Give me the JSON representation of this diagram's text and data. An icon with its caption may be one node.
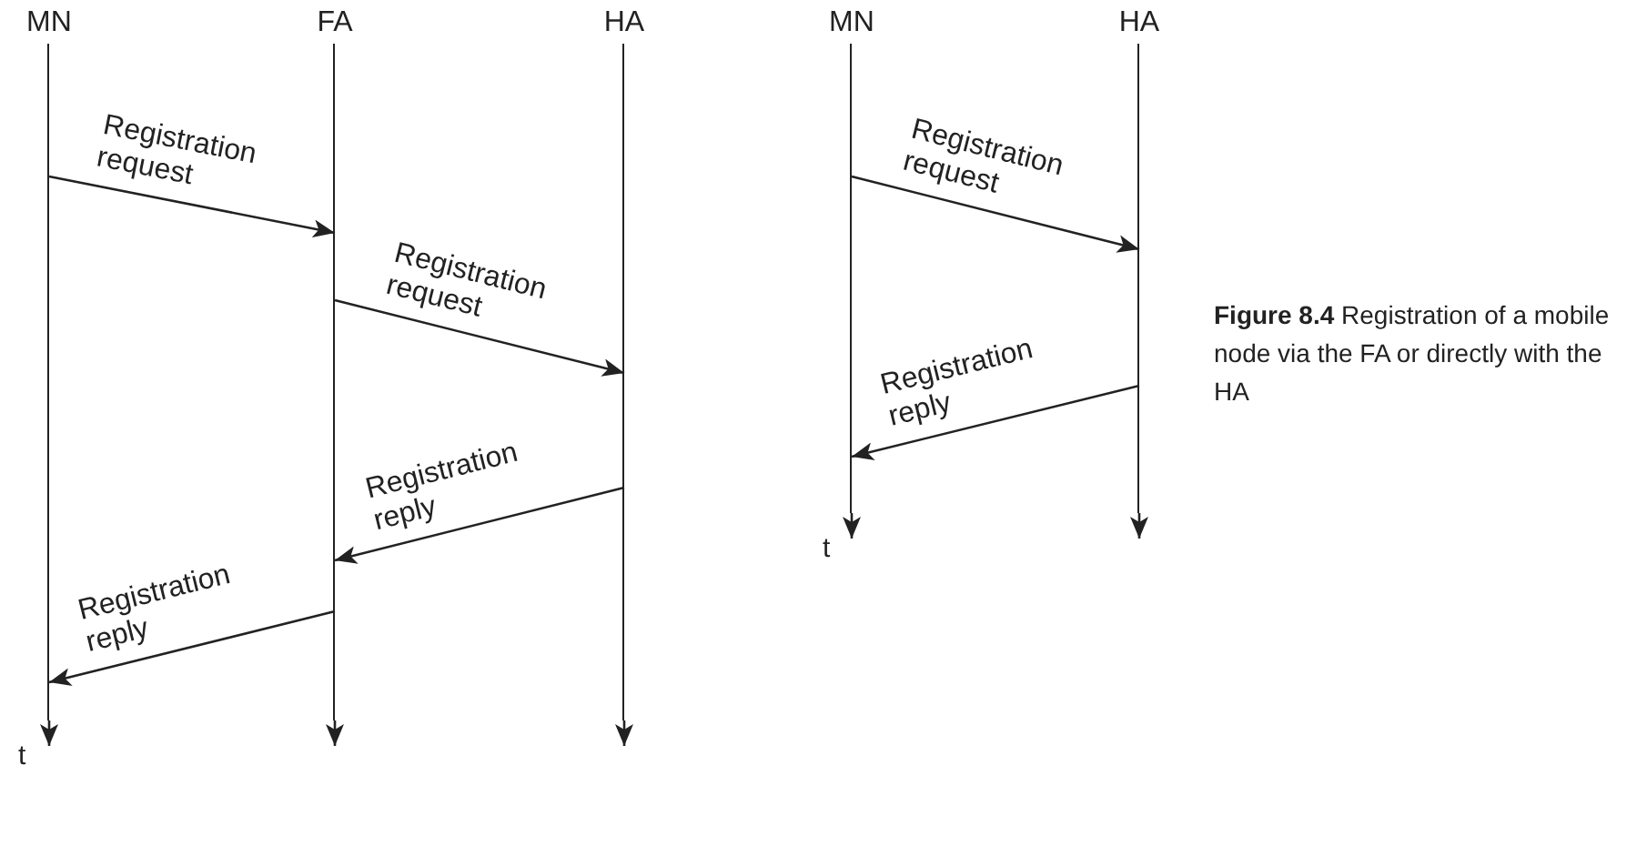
{
  "diagram": {
    "caption": "**Figure 8.4** Registration of a mobile node via the FA or directly with the HA",
    "nodes": [
      {
        "text": [
          "MN"
        ]
      },
      {
        "text": [
          "FA"
        ]
      },
      {
        "text": [
          "HA"
        ]
      },
      {
        "text": [
          "MN"
        ]
      },
      {
        "text": [
          "HA"
        ]
      },
      {
        "text": [
          "t"
        ]
      },
      {
        "text": [
          "t"
        ]
      }
    ],
    "edges": [
      {
        "from": 0,
        "to": 5,
        "arrow": "to"
      },
      {
        "from": 1,
        "to": null,
        "arrow": "to"
      },
      {
        "from": 2,
        "to": null,
        "arrow": "to"
      },
      {
        "from": 3,
        "to": 6,
        "arrow": "to"
      },
      {
        "from": 4,
        "to": null,
        "arrow": "to"
      },
      {
        "from": 0,
        "to": 1,
        "arrow": "to",
        "label": "Registration request"
      },
      {
        "from": 1,
        "to": 2,
        "arrow": "to",
        "label": "Registration request"
      },
      {
        "from": 2,
        "to": 1,
        "arrow": "to",
        "label": "Registration reply"
      },
      {
        "from": 1,
        "to": 0,
        "arrow": "to",
        "label": "Registration reply"
      },
      {
        "from": 3,
        "to": 4,
        "arrow": "to",
        "label": "Registration request"
      },
      {
        "from": 4,
        "to": 3,
        "arrow": "to",
        "label": "Registration reply"
      }
    ]
  }
}
